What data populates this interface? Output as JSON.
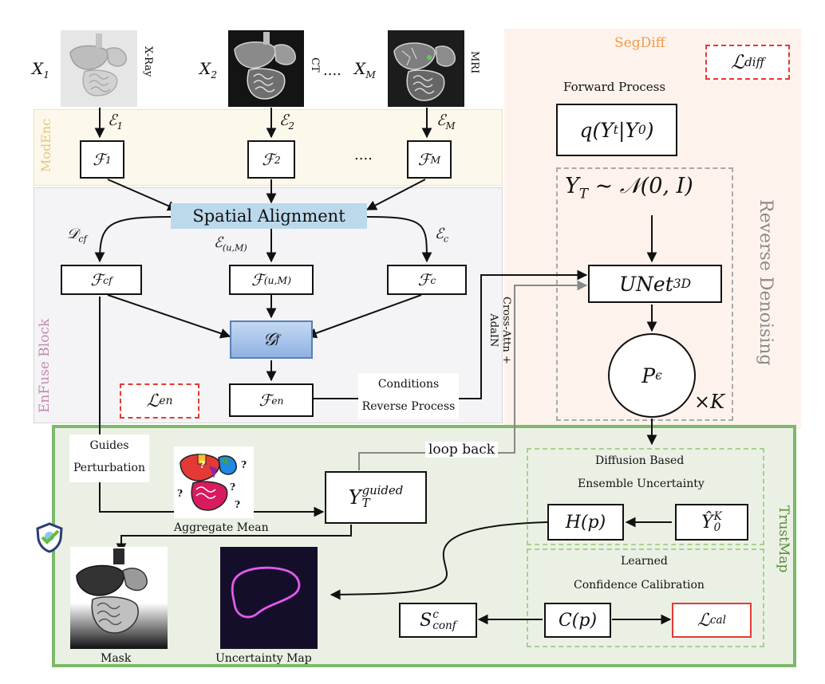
{
  "colors": {
    "modenc_bg": "#fdf8ec",
    "modenc_text": "#e4c87c",
    "enfuse_bg": "#f4f4f6",
    "enfuse_text": "#c48ab0",
    "segdiff_bg": "#fdf3ec",
    "segdiff_text": "#f19a4d",
    "trustmap_bg": "#eaf1e4",
    "trustmap_border": "#7cb96a",
    "trustmap_text": "#5b8a3c",
    "spatial_fill": "#bcd9ec",
    "g_fill": "#a9c6ec",
    "loss_red": "#e53935"
  },
  "regions": {
    "modenc": "ModEnc",
    "enfuse": "EnFuse Block",
    "segdiff": "SegDiff",
    "trustmap": "TrustMap",
    "reverse_denoising": "Reverse Denoising"
  },
  "inputs": [
    {
      "var": "X",
      "sub": "1",
      "modality": "X-Ray",
      "encoder": "ℰ",
      "enc_sub": "1"
    },
    {
      "var": "X",
      "sub": "2",
      "modality": "CT",
      "encoder": "ℰ",
      "enc_sub": "2"
    },
    {
      "var": "X",
      "sub": "M",
      "modality": "MRI",
      "encoder": "ℰ",
      "enc_sub": "M"
    }
  ],
  "input_ellipsis": "....",
  "feature_ellipsis": "....",
  "features": [
    {
      "sym": "ℱ",
      "sub": "1"
    },
    {
      "sym": "ℱ",
      "sub": "2"
    },
    {
      "sym": "ℱ",
      "sub": "M"
    }
  ],
  "spatial_alignment": "Spatial Alignment",
  "branches": {
    "cf": {
      "enc": "𝒟",
      "enc_sub": "cf",
      "feat": "ℱ",
      "feat_sub": "cf"
    },
    "um": {
      "enc": "ℰ",
      "enc_sub": "(u,M)",
      "feat": "ℱ",
      "feat_sub": "(u,M)"
    },
    "c": {
      "enc": "ℰ",
      "enc_sub": "c",
      "feat": "ℱ",
      "feat_sub": "c"
    }
  },
  "fusion": {
    "sym": "𝒢",
    "sub": "f"
  },
  "fused": {
    "sym": "ℱ",
    "sub": "en"
  },
  "loss_en": {
    "sym": "ℒ",
    "sub": "en"
  },
  "loss_diff": {
    "sym": "ℒ",
    "sub": "diff"
  },
  "conditions_line1": "Conditions",
  "conditions_line2": "Reverse Process",
  "cross_attn": "Cross-Attn +",
  "adain": "AdaIN",
  "forward_process": "Forward Process",
  "q_box": {
    "a": "q(Y",
    "t": "t",
    "b": "|Y",
    "z": "0",
    "c": ")"
  },
  "prior": {
    "a": "Y",
    "sub": "T",
    "b": " ∼ 𝒩(0, I)"
  },
  "unet": {
    "a": "UNet",
    "sub": "3D"
  },
  "p_eps": {
    "a": "P",
    "sub": "ϵ"
  },
  "times_k": "×K",
  "guides_line1": "Guides",
  "guides_line2": "Perturbation",
  "loop_back": "loop back",
  "aggregate_mean": "Aggregate Mean",
  "y_guided": {
    "a": "Y",
    "sub": "T",
    "sup": "guided"
  },
  "diffusion_line1": "Diffusion Based",
  "diffusion_line2": "Ensemble Uncertainty",
  "h_p": "H(p)",
  "y_hat": {
    "a": "Ŷ",
    "sub": "0",
    "sup": "K"
  },
  "learned_line1": "Learned",
  "learned_line2": "Confidence Calibration",
  "c_p": "C(p)",
  "s_conf": {
    "a": "S",
    "sub": "conf",
    "sup": "c"
  },
  "loss_cal": {
    "sym": "ℒ",
    "sub": "cal"
  },
  "mask_label": "Mask",
  "uncertainty_label": "Uncertainty Map",
  "question_mark": "?"
}
